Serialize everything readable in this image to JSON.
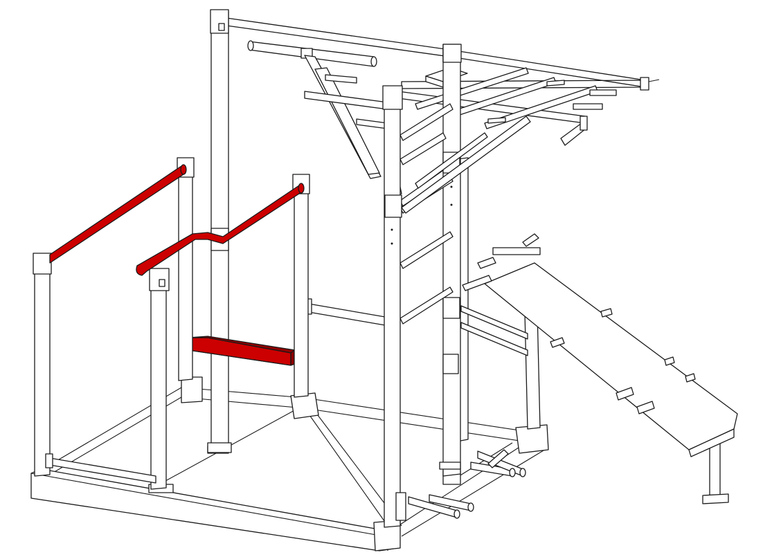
{
  "colors": {
    "background": "#ffffff",
    "outline": "#1a1a1a",
    "frame": "#ffffff",
    "highlight": "#cc0000",
    "highlight_dark": "#8f0000"
  },
  "highlighted_parts": [
    "parallel-bar-rear",
    "parallel-bar-front",
    "balance-beam"
  ]
}
